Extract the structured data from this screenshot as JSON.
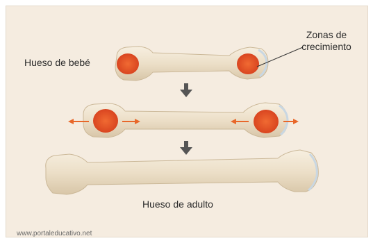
{
  "labels": {
    "baby_bone": "Hueso de bebé",
    "growth_zones": "Zonas de crecimiento",
    "adult_bone": "Hueso de adulto"
  },
  "watermark": "www.portaleducativo.net",
  "colors": {
    "background": "#f5ece0",
    "bone": "#ecdfc8",
    "growth_zone": "#e2552a",
    "arrow_orange": "#e8672a",
    "arrow_dark": "#555555",
    "cartilage": "#c9d7e2"
  }
}
